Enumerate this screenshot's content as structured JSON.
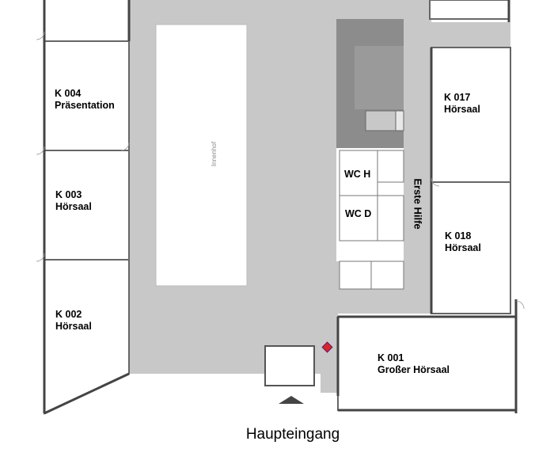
{
  "map": {
    "colors": {
      "corridor": "#c8c8c8",
      "dark_block": "#8c8c8c",
      "wall": "#555555",
      "room": "#ffffff",
      "marker": "#e0202a"
    },
    "courtyard_label": "Innenhof",
    "first_aid_label": "Erste Hilfe",
    "entrance_label": "Haupteingang",
    "rooms": [
      {
        "number": "K 004",
        "name": "Präsentation"
      },
      {
        "number": "K 003",
        "name": "Hörsaal"
      },
      {
        "number": "K 002",
        "name": "Hörsaal"
      },
      {
        "number": "K 017",
        "name": "Hörsaal"
      },
      {
        "number": "K 018",
        "name": "Hörsaal"
      },
      {
        "number": "K 001",
        "name": "Großer Hörsaal"
      }
    ],
    "wc": {
      "men": "WC H",
      "women": "WC D"
    },
    "marker_icon": "location-marker-icon",
    "entrance_icon": "entrance-arrow-icon"
  }
}
